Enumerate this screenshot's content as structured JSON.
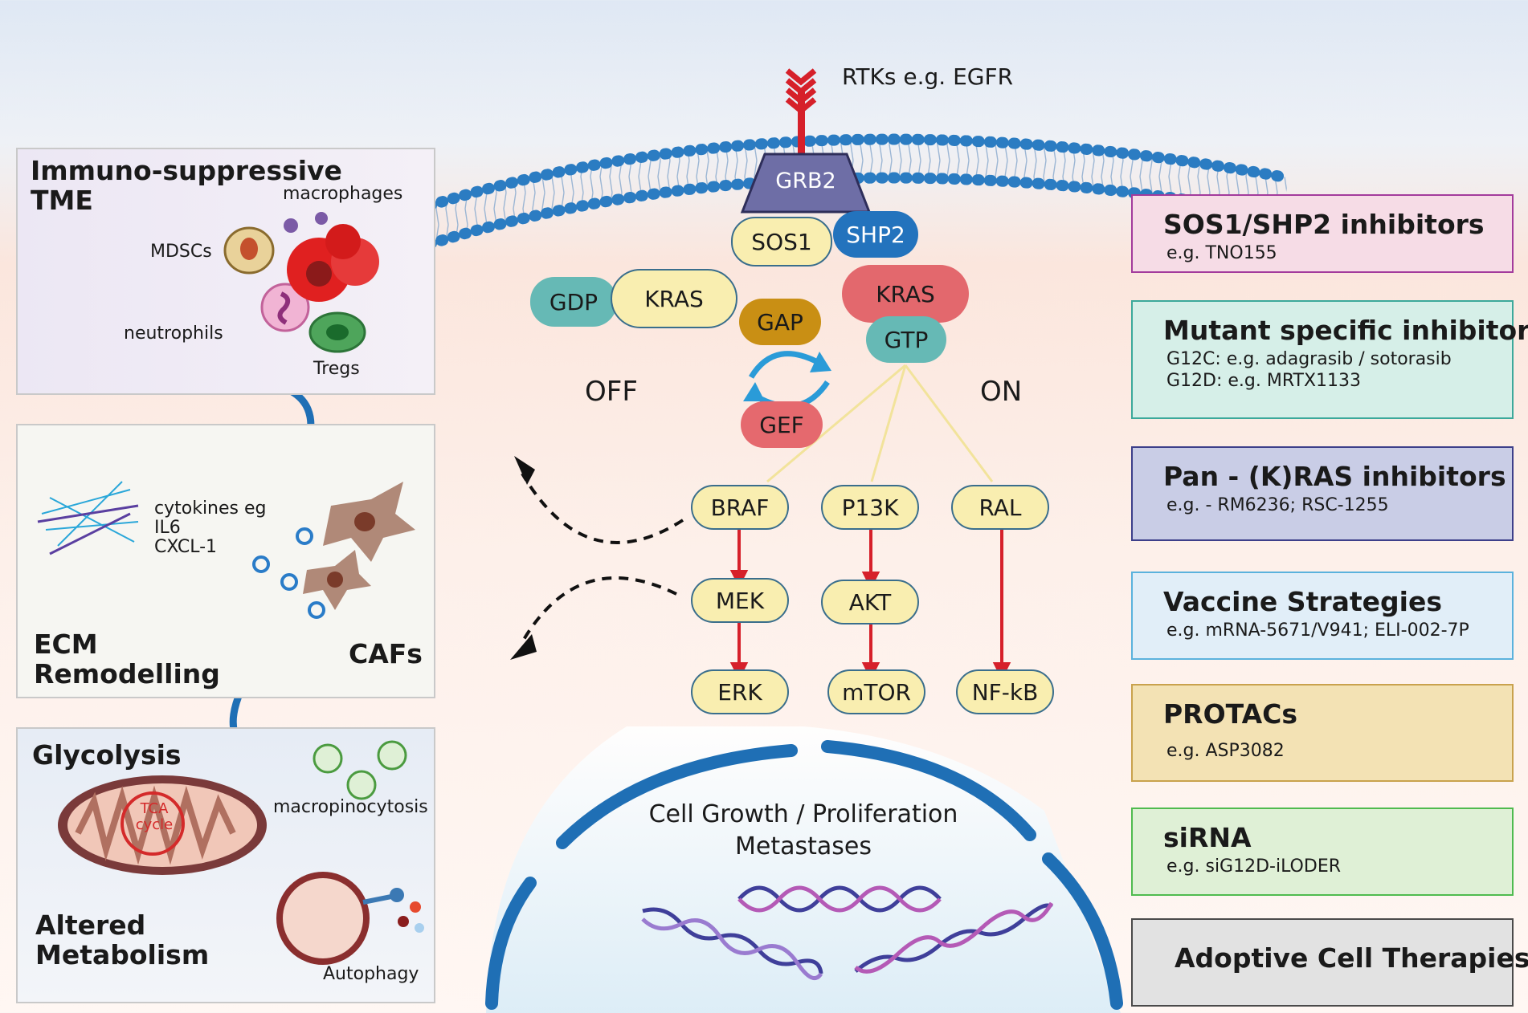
{
  "receptor": {
    "label": "RTKs e.g. EGFR"
  },
  "membrane": {
    "grb2": "GRB2",
    "sos1": "SOS1",
    "shp2": "SHP2"
  },
  "off_state": {
    "gdp": "GDP",
    "kras": "KRAS",
    "label": "OFF"
  },
  "on_state": {
    "kras": "KRAS",
    "gtp": "GTP",
    "label": "ON"
  },
  "cycle": {
    "gap": "GAP",
    "gef": "GEF"
  },
  "effectors": {
    "braf": "BRAF",
    "p13k": "P13K",
    "ral": "RAL",
    "mek": "MEK",
    "akt": "AKT",
    "erk": "ERK",
    "mtor": "mTOR",
    "nfkb": "NF-kB"
  },
  "nucleus": {
    "line1": "Cell Growth / Proliferation",
    "line2": "Metastases"
  },
  "left_panels": {
    "tme": {
      "title": "Immuno-suppressive\nTME",
      "macrophages": "macrophages",
      "mdscs": "MDSCs",
      "neutrophils": "neutrophils",
      "tregs": "Tregs"
    },
    "ecm": {
      "cytokines": "cytokines eg\nIL6\nCXCL-1",
      "title": "ECM\nRemodelling",
      "cafs": "CAFs"
    },
    "metabolism": {
      "glycolysis": "Glycolysis",
      "tca": "TCA\ncycle",
      "macropinocytosis": "macropinocytosis",
      "title": "Altered\nMetabolism",
      "autophagy": "Autophagy"
    }
  },
  "therapies": [
    {
      "title": "SOS1/SHP2 inhibitors",
      "sub": "e.g. TNO155",
      "bg": "#f6dce6",
      "border": "#a33b9c"
    },
    {
      "title": "Mutant specific inhibitors",
      "sub": "G12C: e.g. adagrasib / sotorasib\nG12D: e.g. MRTX1133",
      "bg": "#d6efe8",
      "border": "#3ca99b"
    },
    {
      "title": "Pan - (K)RAS inhibitors",
      "sub": "e.g. - RM6236; RSC-1255",
      "bg": "#c9cde6",
      "border": "#3d3f8a"
    },
    {
      "title": "Vaccine Strategies",
      "sub": "e.g. mRNA-5671/V941; ELI-002-7P",
      "bg": "#e1eef8",
      "border": "#5ab2dd"
    },
    {
      "title": "PROTACs",
      "sub": "e.g. ASP3082",
      "bg": "#f3e2b4",
      "border": "#c9a24d"
    },
    {
      "title": "siRNA",
      "sub": "e.g. siG12D-iLODER",
      "bg": "#dff0d6",
      "border": "#4fbb4f"
    },
    {
      "title": "Adoptive Cell Therapies",
      "sub": "",
      "bg": "#e2e2e2",
      "border": "#4a4a4a"
    }
  ],
  "colors": {
    "arrow_red": "#d6202a",
    "curve_blue": "#1f6fb5",
    "membrane_blue": "#2b7cc2",
    "effector_fill": "#f9eeb0"
  }
}
